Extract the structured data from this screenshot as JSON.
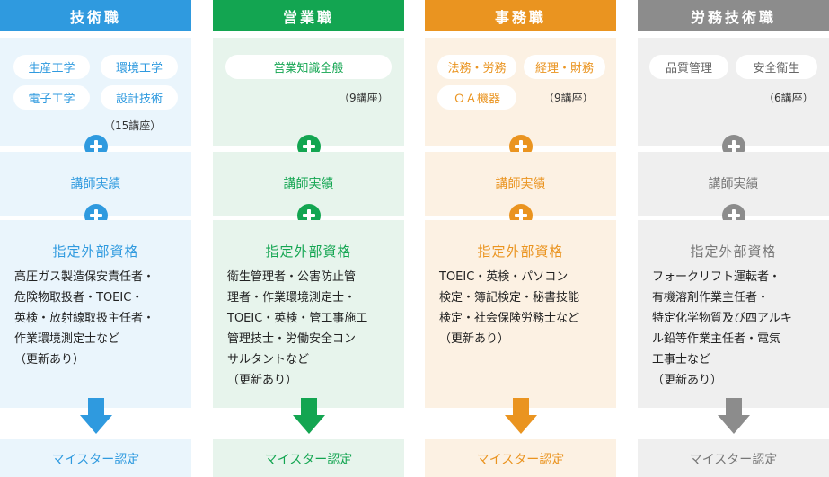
{
  "columns": [
    {
      "title": "技術職",
      "color": "#2f9adf",
      "chips": [
        "生産工学",
        "環境工学",
        "電子工学",
        "設計技術"
      ],
      "course_count": "（15講座）",
      "mid_label": "講師実績",
      "qual_title": "指定外部資格",
      "qual_text": "高圧ガス製造保安責任者・\n危険物取扱者・TOEIC・\n英検・放射線取扱主任者・\n作業環境測定士など\n（更新あり）",
      "final_label": "マイスター認定"
    },
    {
      "title": "営業職",
      "color": "#13a551",
      "chips": [
        "営業知識全般"
      ],
      "course_count": "（9講座）",
      "mid_label": "講師実績",
      "qual_title": "指定外部資格",
      "qual_text": "衛生管理者・公害防止管\n理者・作業環境測定士・\nTOEIC・英検・管工事施工\n管理技士・労働安全コン\nサルタントなど\n（更新あり）",
      "final_label": "マイスター認定"
    },
    {
      "title": "事務職",
      "color": "#ea9420",
      "chips": [
        "法務・労務",
        "経理・財務",
        "ＯＡ機器"
      ],
      "course_count": "（9講座）",
      "mid_label": "講師実績",
      "qual_title": "指定外部資格",
      "qual_text": "TOEIC・英検・パソコン\n検定・簿記検定・秘書技能\n検定・社会保険労務士など\n（更新あり）",
      "final_label": "マイスター認定"
    },
    {
      "title": "労務技術職",
      "color": "#8c8c8c",
      "chips": [
        "品質管理",
        "安全衛生"
      ],
      "course_count": "（6講座）",
      "mid_label": "講師実績",
      "qual_title": "指定外部資格",
      "qual_text": "フォークリフト運転者・\n有機溶剤作業主任者・\n特定化学物質及び四アルキ\nル鉛等作業主任者・電気\n工事士など\n（更新あり）",
      "final_label": "マイスター認定"
    }
  ]
}
